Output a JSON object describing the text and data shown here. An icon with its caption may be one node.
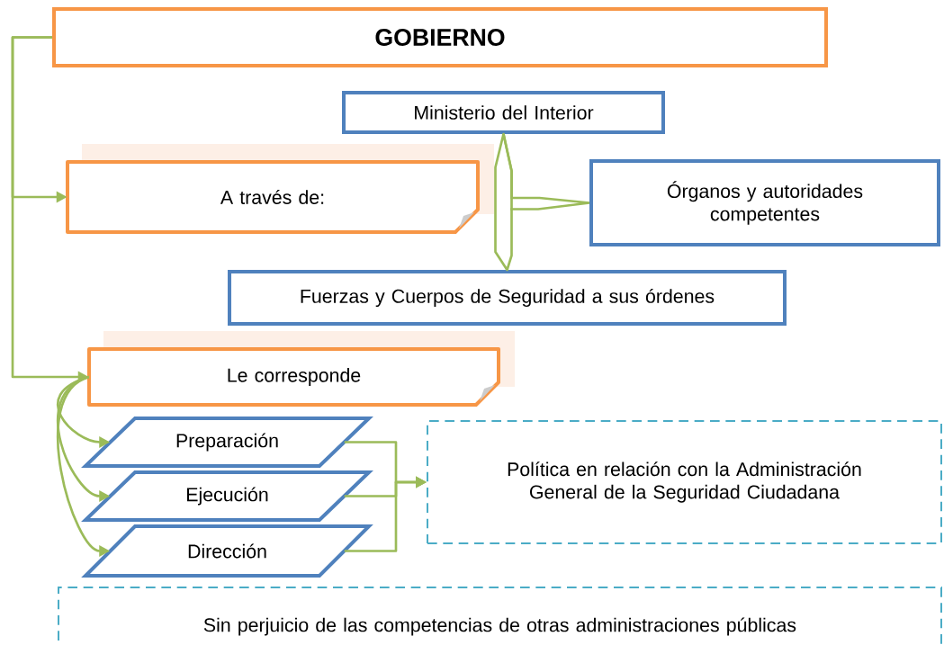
{
  "diagram": {
    "nodes": [
      {
        "text": [
          "GOBIERNO"
        ]
      },
      {
        "text": [
          "Ministerio del Interior"
        ]
      },
      {
        "text": [
          "A través de:"
        ]
      },
      {
        "text": [
          "Órganos y autoridades competentes"
        ]
      },
      {
        "text": [
          "Fuerzas y Cuerpos de Seguridad a sus órdenes"
        ]
      },
      {
        "text": [
          "Le corresponde"
        ]
      },
      {
        "text": [
          "Preparación"
        ]
      },
      {
        "text": [
          "Ejecución"
        ]
      },
      {
        "text": [
          "Dirección"
        ]
      },
      {
        "text": [
          "Política en relación con la Administración General de la Seguridad Ciudadana"
        ]
      },
      {
        "text": [
          "Sin perjuicio de las competencias de otras administraciones públicas"
        ]
      }
    ],
    "edges": [
      {
        "from": 0,
        "to": 2,
        "arrow": "to"
      },
      {
        "from": 0,
        "to": 5,
        "arrow": "to"
      },
      {
        "from": 1,
        "to": 4,
        "arrow": "none"
      },
      {
        "from": 1,
        "to": 3,
        "arrow": "none"
      },
      {
        "from": 5,
        "to": 6,
        "arrow": "to"
      },
      {
        "from": 5,
        "to": 7,
        "arrow": "to"
      },
      {
        "from": 5,
        "to": 8,
        "arrow": "to"
      },
      {
        "from": 6,
        "to": 9,
        "arrow": "to"
      },
      {
        "from": 7,
        "to": 9,
        "arrow": "to"
      },
      {
        "from": 8,
        "to": 9,
        "arrow": "to"
      }
    ]
  }
}
